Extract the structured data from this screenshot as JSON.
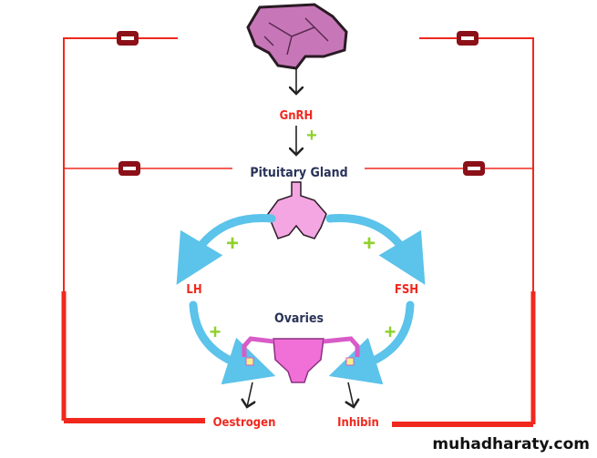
{
  "labels": {
    "gnrh": "GnRH",
    "pituitary": "Pituitary Gland",
    "lh": "LH",
    "fsh": "FSH",
    "ovaries": "Ovaries",
    "oestrogen": "Oestrogen",
    "inhibin": "Inhibin"
  },
  "signs": {
    "plus": "+",
    "minus": "−"
  },
  "watermark": "muhadharaty.com",
  "colors": {
    "feedback": "#f0281e",
    "stimulate": "#8fd12a",
    "organ": "#e98ad8",
    "flow": "#5cc3ea"
  }
}
